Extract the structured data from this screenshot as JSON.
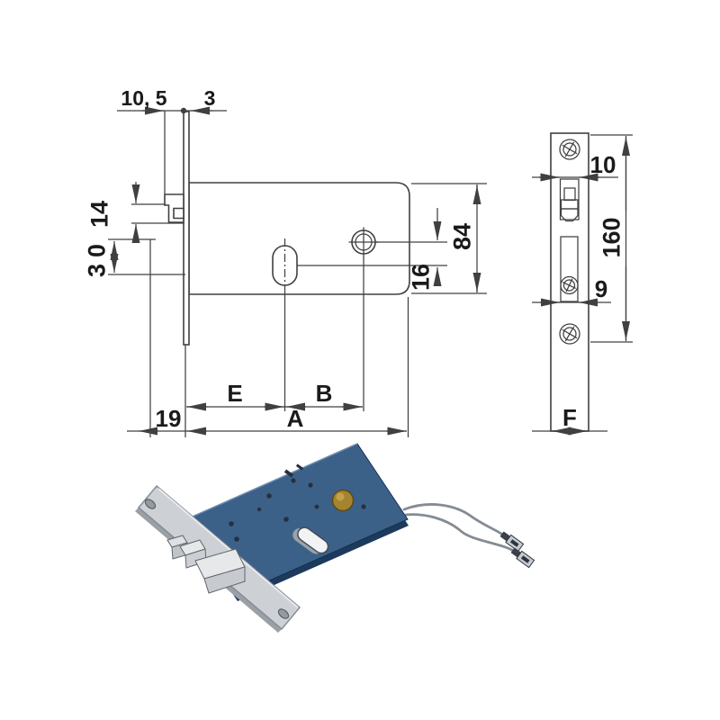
{
  "front_view": {
    "labels": {
      "latch_projection": "10, 5",
      "plate_thickness": "3",
      "latch_height": "14",
      "latch_to_cylinder": "30",
      "case_height": "84",
      "cylinder_to_follower": "16",
      "backset": "E",
      "centers": "B",
      "overall_depth": "A",
      "plate_offset": "19"
    }
  },
  "side_view": {
    "labels": {
      "latch_slot_width": "10",
      "plate_length": "160",
      "bolt_slot_width": "9",
      "plate_width": "F"
    }
  },
  "colors": {
    "line": "#404040",
    "text": "#1a1a1a",
    "body_blue": "#3c6189",
    "body_blue_dark": "#1c3a5c",
    "plate_silver": "#cdd1d5",
    "plate_edge": "#878d93",
    "bolt_face": "#c7cbcf",
    "bolt_top": "#e6e8ea",
    "brass": "#a5842f",
    "slot_white": "#f2f3f4",
    "wire_gray": "#848b93"
  }
}
